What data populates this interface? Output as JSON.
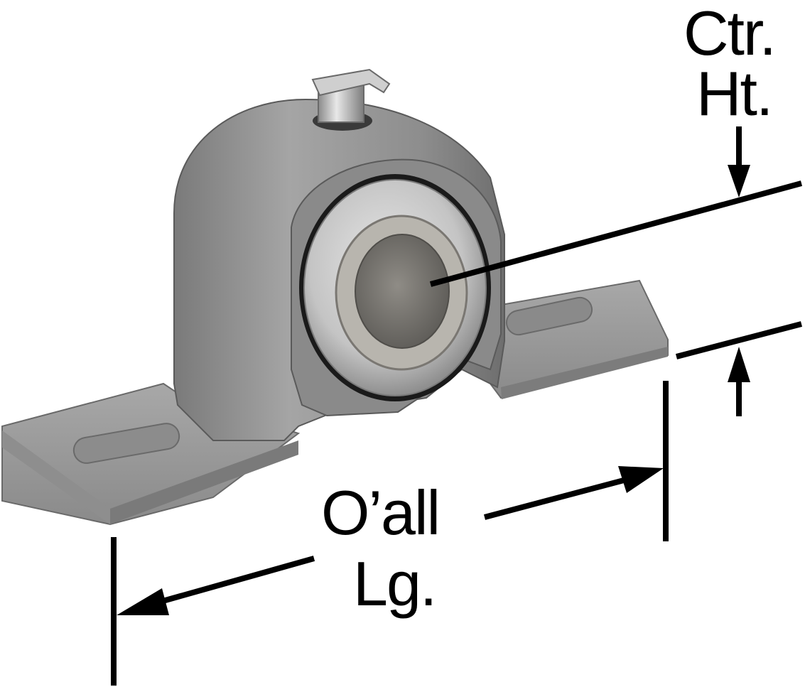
{
  "figure": {
    "subject": "pillow-block-bearing",
    "colors": {
      "background": "#ffffff",
      "lines": "#000000",
      "housing": "#8e8e8e",
      "housing_dark": "#5f5f5f",
      "housing_light": "#b5b5b5",
      "bearing_ring": "#c9c9c9",
      "bore": "#7d7b76"
    }
  },
  "dimensions": {
    "center_height": {
      "line1": "Ctr.",
      "line2": "Ht."
    },
    "overall_length": {
      "line1": "O’all",
      "line2": "Lg."
    }
  }
}
